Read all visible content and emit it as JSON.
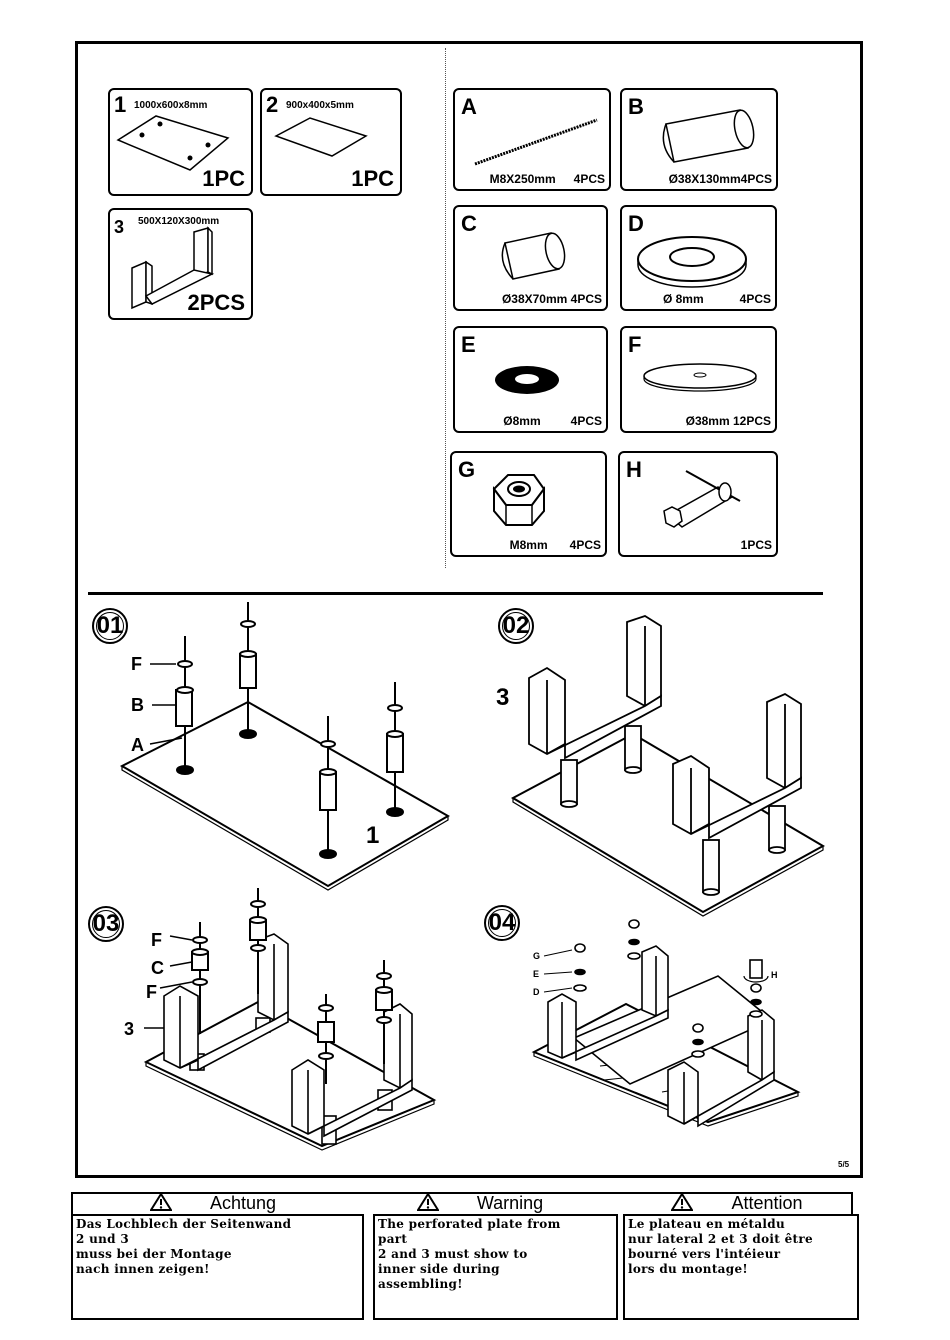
{
  "parts_panels": [
    {
      "number": "1",
      "dimensions": "1000x600x8mm",
      "quantity": "1PC"
    },
    {
      "number": "2",
      "dimensions": "900x400x5mm",
      "quantity": "1PC"
    },
    {
      "number": "3",
      "dimensions": "500X120X300mm",
      "quantity": "2PCS"
    }
  ],
  "hardware": [
    {
      "letter": "A",
      "spec": "M8X250mm",
      "quantity": "4PCS"
    },
    {
      "letter": "B",
      "spec": "Ø38X130mm4PCS",
      "quantity": ""
    },
    {
      "letter": "C",
      "spec": "Ø38X70mm 4PCS",
      "quantity": ""
    },
    {
      "letter": "D",
      "spec": "Ø 8mm",
      "quantity": "4PCS"
    },
    {
      "letter": "E",
      "spec": "Ø8mm",
      "quantity": "4PCS"
    },
    {
      "letter": "F",
      "spec": "Ø38mm 12PCS",
      "quantity": ""
    },
    {
      "letter": "G",
      "spec": "M8mm",
      "quantity": "4PCS"
    },
    {
      "letter": "H",
      "spec": "",
      "quantity": "1PCS"
    }
  ],
  "steps": [
    {
      "number": "01",
      "labels": [
        "F",
        "B",
        "A",
        "1"
      ]
    },
    {
      "number": "02",
      "labels": [
        "3"
      ]
    },
    {
      "number": "03",
      "labels": [
        "F",
        "C",
        "F",
        "3"
      ]
    },
    {
      "number": "04",
      "labels": [
        "G",
        "E",
        "D",
        "H"
      ]
    }
  ],
  "page_number": "5/5",
  "warnings": [
    {
      "title": "Achtung",
      "text": "Das Lochblech der Seitenwand\n2 und 3\nmuss bei der Montage\nnach innen zeigen!"
    },
    {
      "title": "Warning",
      "text": "The perforated plate from\npart\n2 and 3 must show to\ninner side during\nassembling!"
    },
    {
      "title": "Attention",
      "text": "Le plateau en métaldu\nnur lateral 2 et 3 doit être\nbourné vers l'intéieur\nlors du montage!"
    }
  ]
}
